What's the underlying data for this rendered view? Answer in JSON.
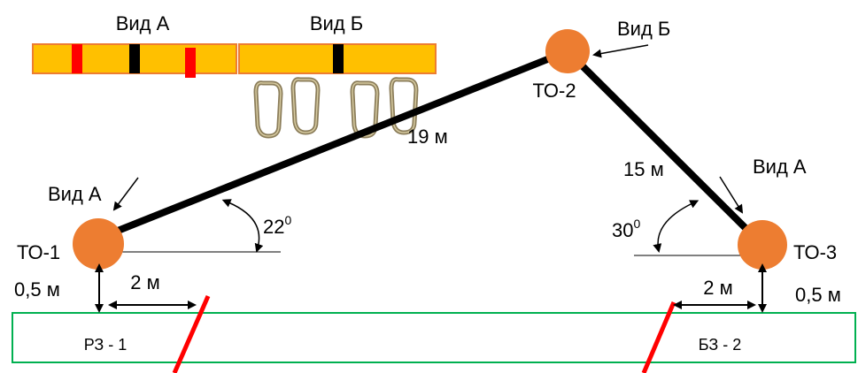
{
  "colors": {
    "band_fill": "#ffc000",
    "band_border": "#ed7d31",
    "mark_red": "#ff0000",
    "mark_black": "#000000",
    "node_fill": "#ed7d31",
    "zone_border": "#00b050",
    "rope": "#000000",
    "carabiner": "#8b7d5a"
  },
  "legend": {
    "view_a_label": "Вид А",
    "view_b_label": "Вид Б"
  },
  "nodes": {
    "to1": "ТО-1",
    "to2": "ТО-2",
    "to3": "ТО-3"
  },
  "view_callouts": {
    "to1": "Вид А",
    "to2": "Вид Б",
    "to3": "Вид А"
  },
  "ropes": {
    "left_length": "19 м",
    "right_length": "15 м"
  },
  "angles": {
    "left": {
      "value": "22",
      "superscript": "0"
    },
    "right": {
      "value": "30",
      "superscript": "0"
    }
  },
  "dimensions": {
    "left_height": "0,5 м",
    "left_offset": "2 м",
    "right_height": "0,5 м",
    "right_offset": "2 м"
  },
  "zones": {
    "left": "РЗ - 1",
    "right": "БЗ - 2"
  },
  "carabiner_icon": "carabiner-icon"
}
